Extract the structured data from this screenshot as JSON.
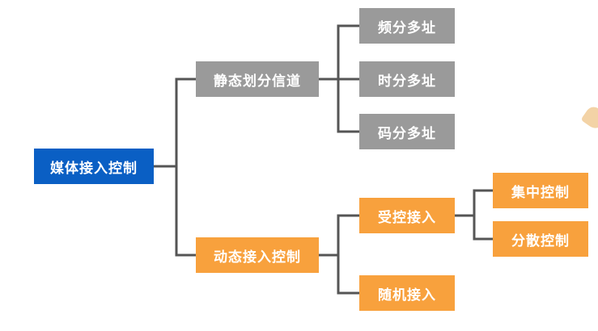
{
  "root": {
    "label": "媒体接入控制",
    "color": "#0a5fc4"
  },
  "branches": [
    {
      "label": "静态划分信道",
      "color": "#9a9a9a",
      "children": [
        {
          "label": "频分多址"
        },
        {
          "label": "时分多址"
        },
        {
          "label": "码分多址"
        }
      ]
    },
    {
      "label": "动态接入控制",
      "color": "#f8a13d",
      "children": [
        {
          "label": "受控接入",
          "children": [
            {
              "label": "集中控制"
            },
            {
              "label": "分散控制"
            }
          ]
        },
        {
          "label": "随机接入"
        }
      ]
    }
  ],
  "connector_color": "#555555"
}
